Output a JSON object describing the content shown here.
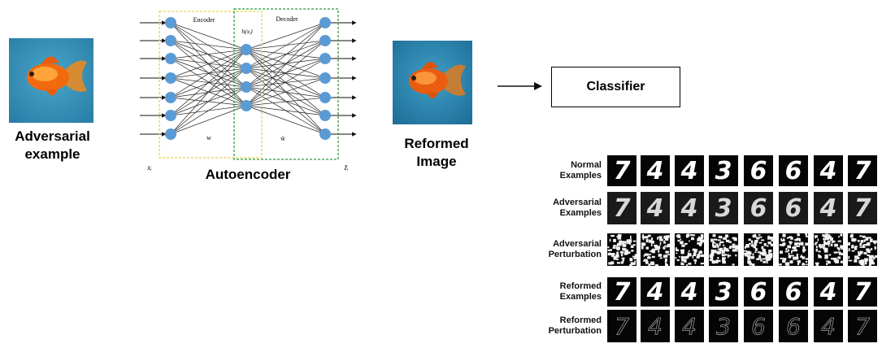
{
  "input": {
    "caption_line1": "Adversarial",
    "caption_line2": "example"
  },
  "autoencoder": {
    "encoder_label": "Encoder",
    "decoder_label": "Decoder",
    "hidden_label": "h(xᵢ)",
    "w_label": "w",
    "w_tilde_label": "w̃",
    "x_label": "xᵢ",
    "z_label": "z̃ᵢ",
    "caption": "Autoencoder",
    "encoder_color": "#e8d44a",
    "decoder_color": "#2f9a3f",
    "node_color": "#5b9bd5"
  },
  "reformed": {
    "caption_line1": "Reformed",
    "caption_line2": "Image"
  },
  "classifier": {
    "label": "Classifier"
  },
  "digit_grid": {
    "digits": [
      "7",
      "4",
      "4",
      "3",
      "6",
      "6",
      "4",
      "7"
    ],
    "rows": [
      {
        "label_line1": "Normal",
        "label_line2": "Examples",
        "kind": "normal"
      },
      {
        "label_line1": "Adversarial",
        "label_line2": "Examples",
        "kind": "adversarial"
      },
      {
        "label_line1": "Adversarial",
        "label_line2": "Perturbation",
        "kind": "perturbation"
      },
      {
        "label_line1": "Reformed",
        "label_line2": "Examples",
        "kind": "reformed"
      },
      {
        "label_line1": "Reformed",
        "label_line2": "Perturbation",
        "kind": "reformed-perturbation"
      }
    ]
  }
}
